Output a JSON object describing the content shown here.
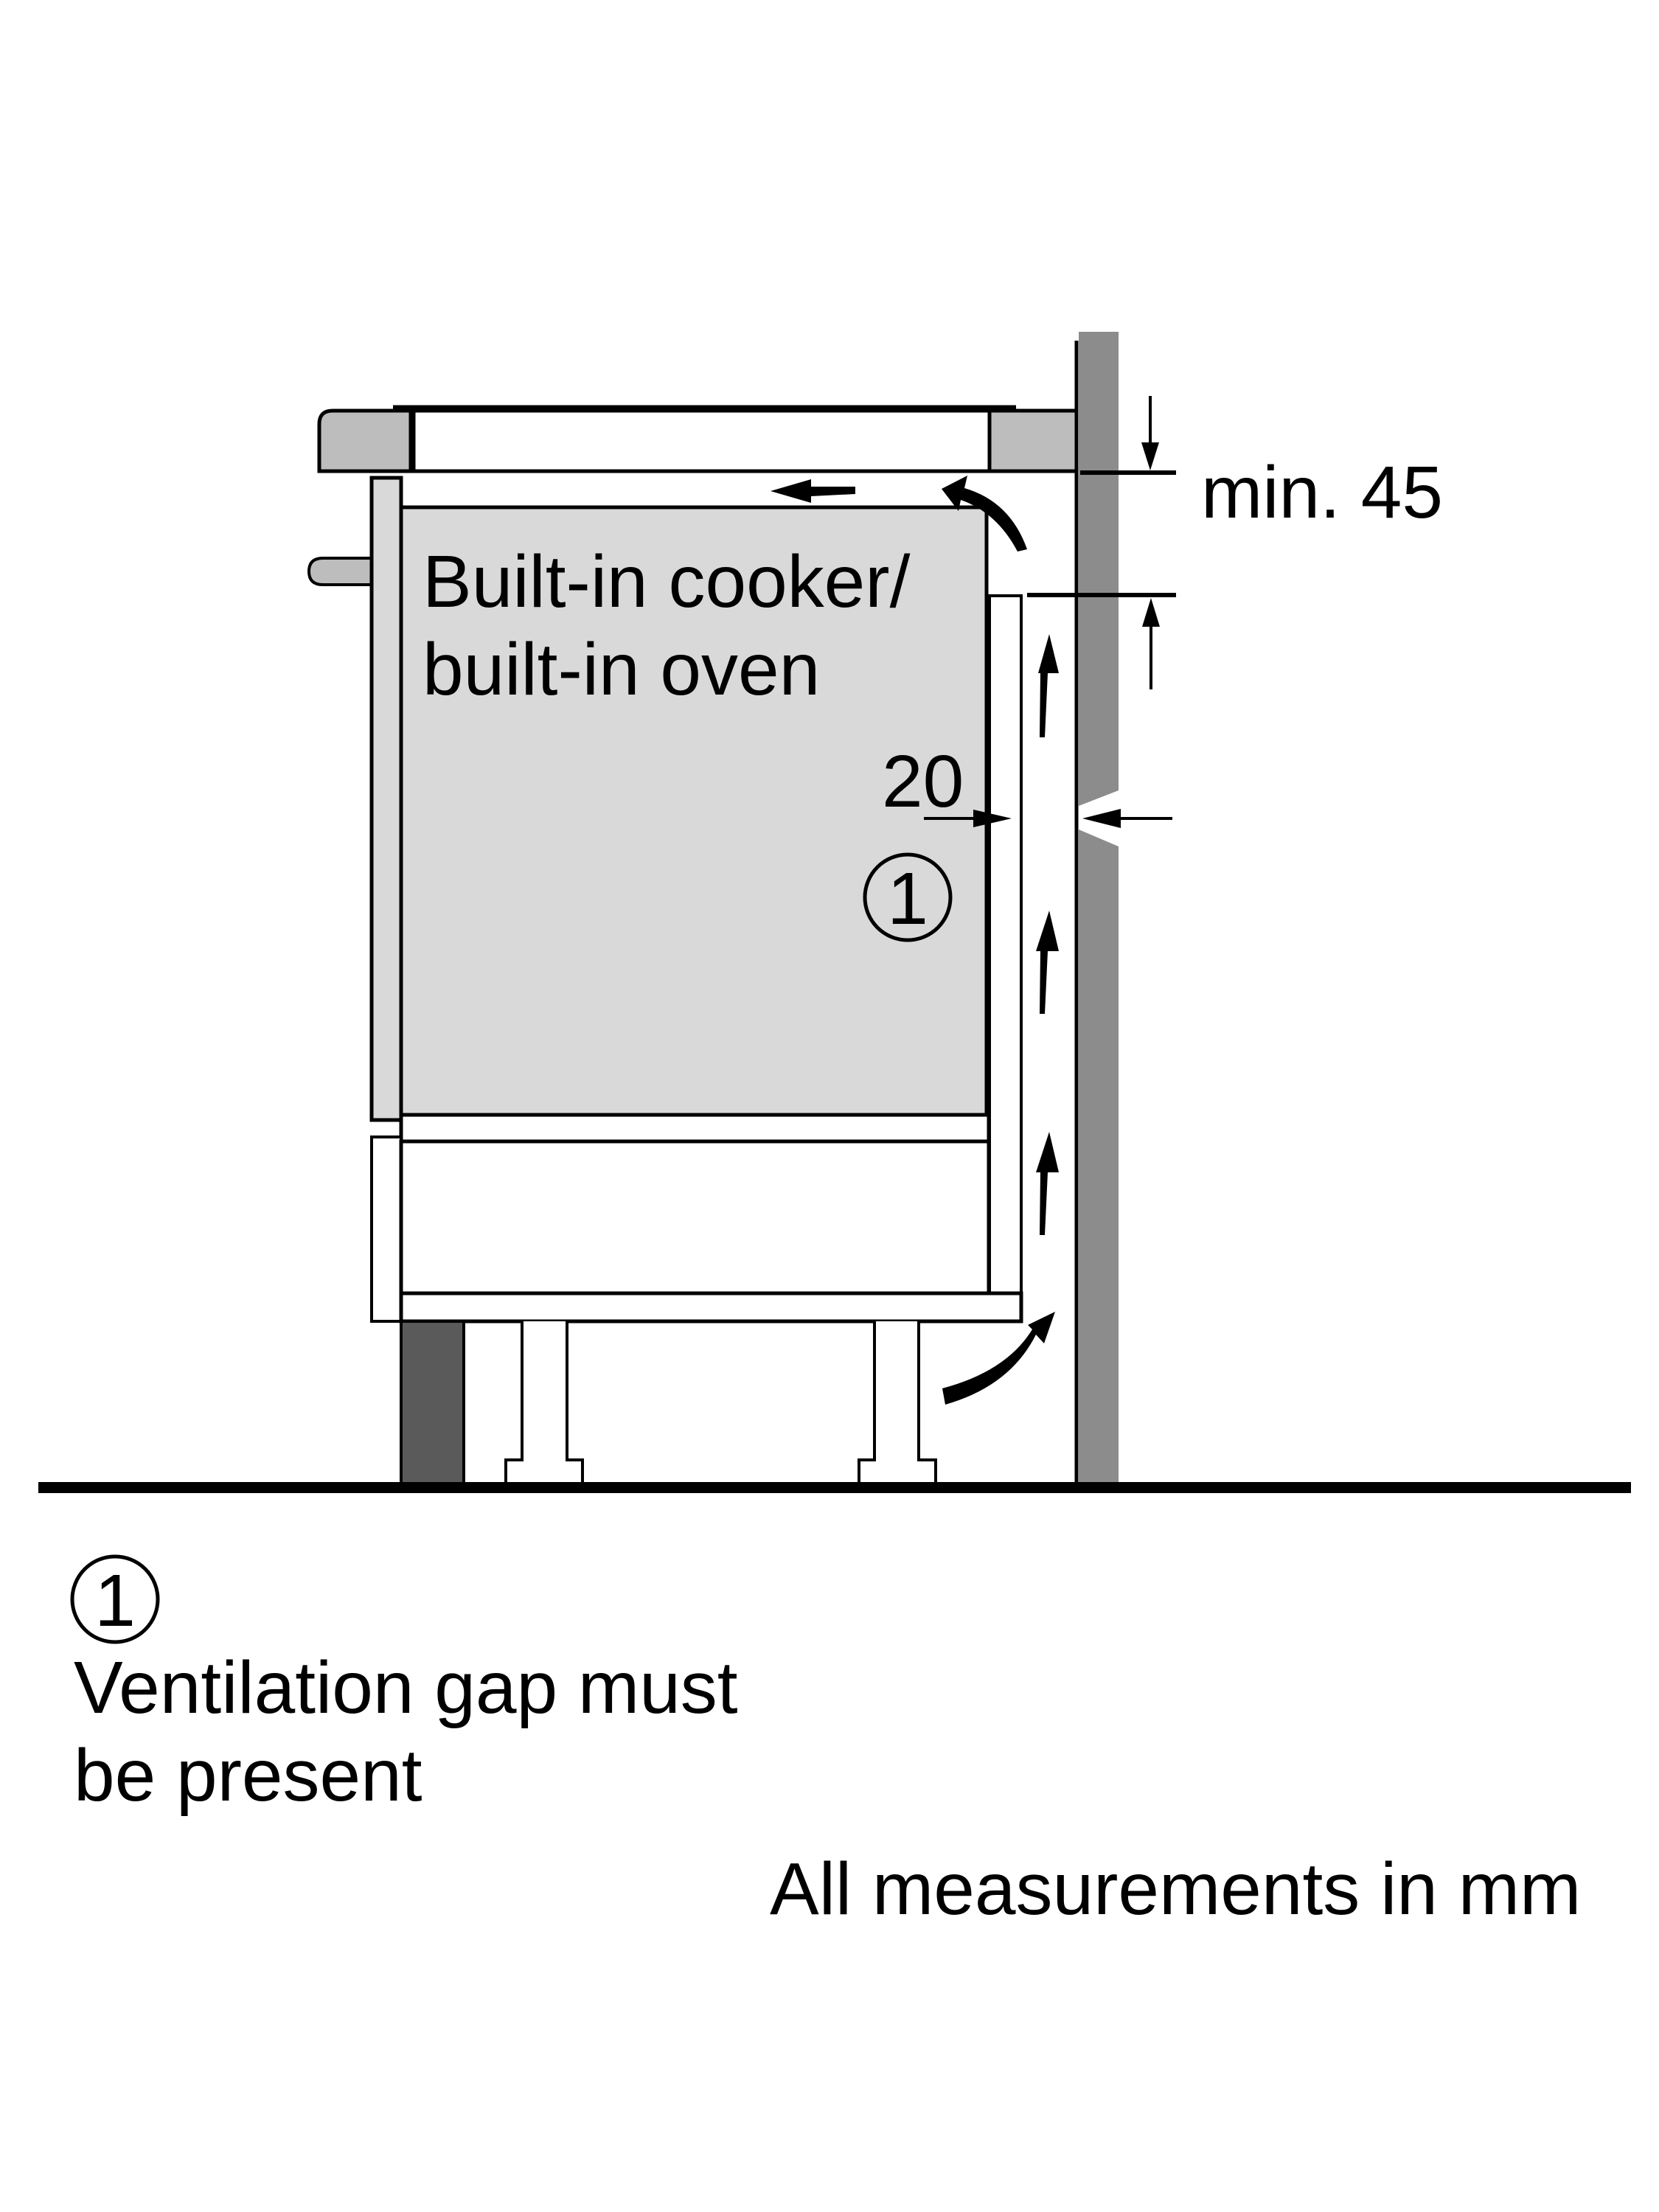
{
  "diagram": {
    "title": "Built-in cooker installation ventilation diagram",
    "appliance_label_line1": "Built-in cooker/",
    "appliance_label_line2": "built-in oven",
    "dimensions": {
      "side_gap": "20",
      "worktop_gap": "min. 45"
    },
    "callout_marker": "1",
    "legend": {
      "marker": "1",
      "line1": "Ventilation gap must",
      "line2": "be present"
    },
    "units_note": "All measurements in mm",
    "colors": {
      "worktop": "#bdbdbd",
      "oven": "#d9d9d9",
      "wall": "#8c8c8c",
      "plinth": "#5a5a5a",
      "line": "#000000"
    }
  }
}
